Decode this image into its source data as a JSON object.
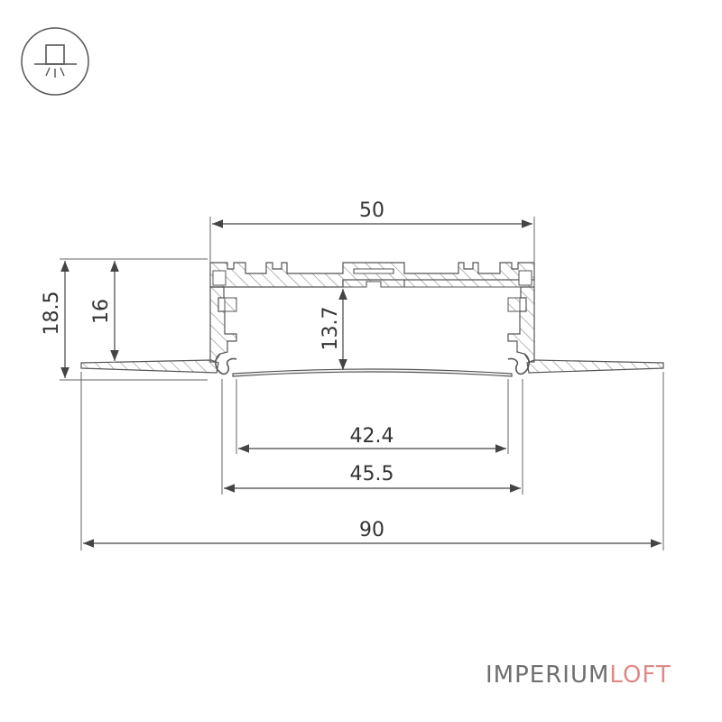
{
  "mount_icon": {
    "icon": "recessed-ceiling-light-icon"
  },
  "dimensions": {
    "top_width": "50",
    "total_height": "18.5",
    "body_height": "16",
    "inner_height": "13.7",
    "inner_width": "42.4",
    "diffuser_width": "45.5",
    "flange_width": "90"
  },
  "brand": {
    "part1": "IMPERIUM",
    "part2": "LOFT",
    "color1": "#6f6f6f",
    "color2": "#e08a86"
  },
  "colors": {
    "line": "#555555",
    "profile_fill": "#efefef",
    "hatch": "#777777"
  }
}
